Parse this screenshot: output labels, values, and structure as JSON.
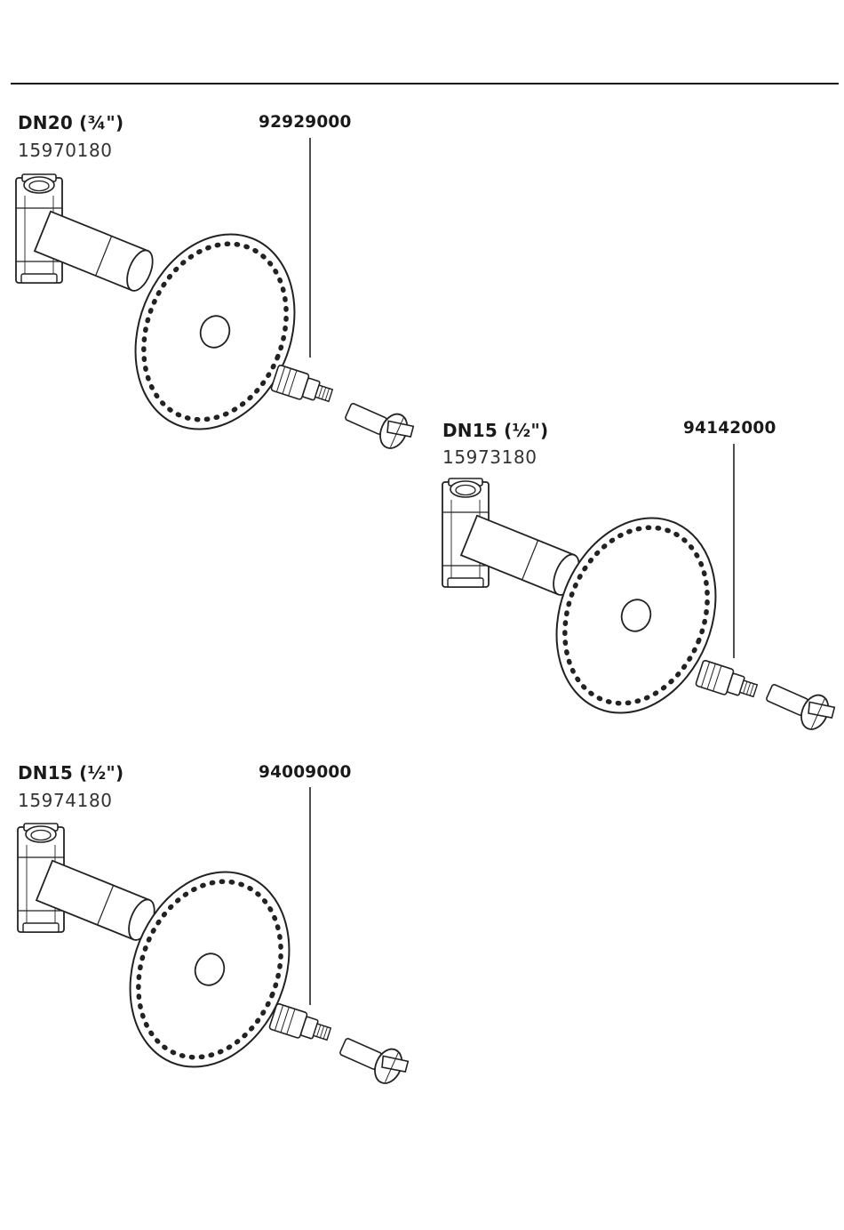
{
  "groups": [
    {
      "size_label": "DN20 (¾\")",
      "article_number": "15970180",
      "cartridge_part_number": "92929000"
    },
    {
      "size_label": "DN15 (½\")",
      "article_number": "15973180",
      "cartridge_part_number": "94142000"
    },
    {
      "size_label": "DN15 (½\")",
      "article_number": "15974180",
      "cartridge_part_number": "94009000"
    }
  ]
}
